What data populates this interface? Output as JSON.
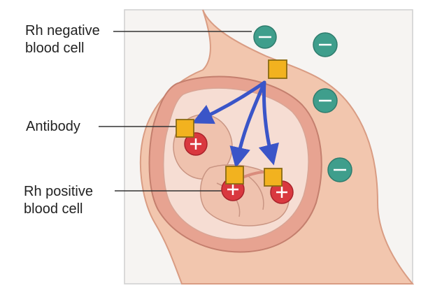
{
  "labels": {
    "rh_negative": [
      "Rh negative",
      "blood cell"
    ],
    "antibody": "Antibody",
    "rh_positive": [
      "Rh positive",
      "blood cell"
    ]
  },
  "symbols": {
    "negative": "−",
    "positive": "+"
  },
  "colors": {
    "skin": "#f2c6ae",
    "skin_dark": "#e3a489",
    "uterus": "#e7a391",
    "amniotic": "#f6ddd3",
    "background_panel": "#f4f2f0",
    "rh_negative_cell": "#3f9e8c",
    "rh_positive_cell": "#d9383f",
    "antibody": "#f2b21f",
    "arrow": "#3a55c8",
    "leader_line": "#333333"
  },
  "counts": {
    "rh_negative_cells": 4,
    "rh_positive_cells": 3,
    "antibodies": 4,
    "arrows": 3
  }
}
